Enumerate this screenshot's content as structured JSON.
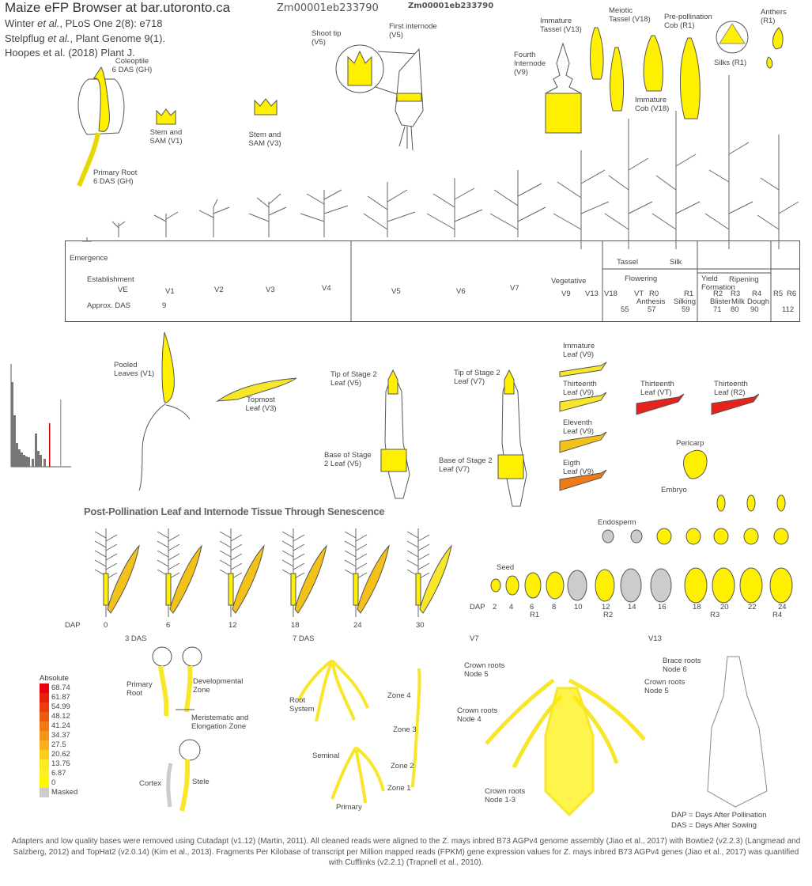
{
  "header": {
    "title": "Maize eFP Browser at bar.utoronto.ca",
    "gene_id_large": "Zm00001eb233790",
    "gene_id_small": "Zm00001eb233790",
    "citations": [
      {
        "pre": "Winter ",
        "em": "et al.",
        "post": ", PLoS One 2(8): e718"
      },
      {
        "pre": "Stelpflug ",
        "em": "et al.",
        "post": ", Plant Genome  9(1)."
      },
      {
        "pre": "Hoopes et al. (2018) Plant J.",
        "em": "",
        "post": ""
      }
    ]
  },
  "colors": {
    "yellow": "#fff000",
    "light_yellow": "#f7e629",
    "gold": "#f2c21a",
    "orange_light": "#f5a623",
    "orange": "#f07a18",
    "red_orange": "#ee4c1a",
    "red": "#e5221b",
    "masked_gray": "#cccccc",
    "outline": "#555555"
  },
  "top_labels": {
    "coleoptile": "Coleoptile\n6 DAS (GH)",
    "primary_root_gh": "Primary Root\n6 DAS (GH)",
    "stem_sam_v1": "Stem and\nSAM (V1)",
    "stem_sam_v3": "Stem and\nSAM (V3)",
    "shoot_tip": "Shoot tip\n(V5)",
    "first_internode": "First internode\n(V5)",
    "fourth_internode": "Fourth\nInternode\n(V9)",
    "immature_tassel": "Immature\nTassel (V13)",
    "meiotic_tassel": "Meiotic\nTassel (V18)",
    "immature_cob": "Immature\nCob (V18)",
    "pre_pollination_cob": "Pre-pollination\nCob (R1)",
    "silks": "Silks (R1)",
    "anthers": "Anthers\n(R1)"
  },
  "timeline": {
    "emergence": "Emergence",
    "establishment": "Establishment",
    "vegetative": "Vegetative",
    "flowering": "Flowering",
    "yield_formation": "Yield\nFormation",
    "ripening": "Ripening",
    "approx_das": "Approx. DAS",
    "tassel": "Tassel",
    "silk": "Silk",
    "stages": [
      "VE",
      "V1",
      "V2",
      "V3",
      "V4",
      "V5",
      "V6",
      "V7",
      "V9",
      "V13",
      "V18",
      "VT",
      "R0",
      "R1",
      "R2",
      "R3",
      "R4",
      "R5",
      "R6"
    ],
    "das_values": [
      "9",
      "55",
      "57",
      "59",
      "71",
      "80",
      "90",
      "112"
    ],
    "sub_events": [
      "Anthesis",
      "Silking",
      "Blister",
      "Milk",
      "Dough"
    ]
  },
  "leaf_labels": {
    "pooled_leaves": "Pooled\nLeaves (V1)",
    "topmost_leaf": "Topmost\nLeaf (V3)",
    "tip_v5": "Tip of Stage 2\nLeaf (V5)",
    "base_v5": "Base of Stage\n2 Leaf (V5)",
    "tip_v7": "Tip of Stage 2\nLeaf (V7)",
    "base_v7": "Base of Stage 2\nLeaf (V7)",
    "immature_leaf_v9": "Immature\nLeaf (V9)",
    "thirteenth_v9": "Thirteenth\nLeaf (V9)",
    "eleventh_v9": "Eleventh\nLeaf (V9)",
    "eigth_v9": "Eigth\nLeaf (V9)",
    "thirteenth_vt": "Thirteenth\nLeaf (VT)",
    "thirteenth_r2": "Thirteenth\nLeaf (R2)",
    "pericarp": "Pericarp",
    "embryo": "Embryo",
    "endosperm": "Endosperm",
    "seed": "Seed"
  },
  "post_pollination": {
    "heading": "Post-Pollination Leaf and Internode Tissue Through Senescence",
    "dap_label": "DAP",
    "dap_values": [
      "0",
      "6",
      "12",
      "18",
      "24",
      "30"
    ]
  },
  "seed_series": {
    "dap_label": "DAP",
    "dap_values": [
      "2",
      "4",
      "6",
      "8",
      "10",
      "12",
      "14",
      "16",
      "18",
      "20",
      "22",
      "24"
    ],
    "stage_marks": [
      "R1",
      "R2",
      "R3",
      "R4"
    ]
  },
  "root_labels": {
    "das3": "3 DAS",
    "das7": "7 DAS",
    "v7": "V7",
    "v13": "V13",
    "primary_root": "Primary\nRoot",
    "developmental_zone": "Developmental\nZone",
    "meristematic": "Meristematic and\nElongation Zone",
    "cortex": "Cortex",
    "stele": "Stele",
    "root_system": "Root\nSystem",
    "seminal": "Seminal",
    "primary": "Primary",
    "zone4": "Zone 4",
    "zone3": "Zone 3",
    "zone2": "Zone 2",
    "zone1": "Zone 1",
    "crown_node5": "Crown roots\nNode 5",
    "crown_node4": "Crown roots\nNode 4",
    "crown_node13": "Crown roots\nNode 1-3",
    "brace_node6": "Brace roots\nNode 6",
    "crown_node5_v13": "Crown roots\nNode 5"
  },
  "legend": {
    "title": "Absolute",
    "values": [
      "68.74",
      "61.87",
      "54.99",
      "48.12",
      "41.24",
      "34.37",
      "27.5",
      "20.62",
      "13.75",
      "6.87",
      "0",
      "Masked"
    ],
    "colors": [
      "#e5000b",
      "#e81f0d",
      "#ec3d10",
      "#ef5a12",
      "#f27715",
      "#f59417",
      "#f8b11a",
      "#fbce1c",
      "#fde91f",
      "#fff022",
      "#fff700",
      "#cccccc"
    ]
  },
  "abbreviations": {
    "dap": "DAP = Days After Pollination",
    "das": "DAS = Days After Sowing"
  },
  "footer": "Adapters and low quality bases were removed using Cutadapt (v1.12) (Martin, 2011). All cleaned reads were aligned to the Z. mays inbred B73 AGPv4 genome assembly (Jiao et al., 2017) with Bowtie2 (v2.2.3) (Langmead and Salzberg, 2012) and TopHat2 (v2.0.14) (Kim et al., 2013). Fragments Per Kilobase of transcript per Million mapped reads (FPKM) gene expression values for Z. mays inbred B73 AGPv4 genes (Jiao et al., 2017) was quantified with Cufflinks (v2.2.1) (Trapnell et al., 2010)."
}
